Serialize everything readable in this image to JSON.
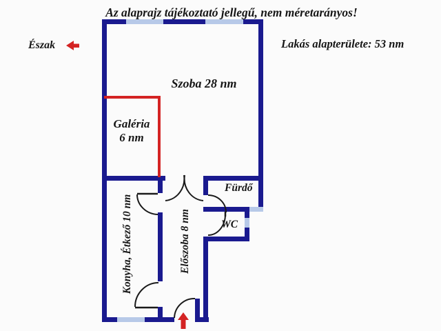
{
  "title": "Az alaprajz tájékoztató jellegű, nem méretarányos!",
  "compass": {
    "label": "Észak",
    "arrow_icon": "left-arrow"
  },
  "area_note": "Lakás alapterülete: 53 nm",
  "rooms": {
    "szoba": "Szoba 28 nm",
    "galeria_name": "Galéria",
    "galeria_area": "6 nm",
    "konyha": "Konyha, Étkező 10 nm",
    "eloszoba": "Előszoba 8 nm",
    "furdo": "Fürdő",
    "wc": "WC"
  },
  "icons": {
    "north_arrow": "red left-pointing arrow",
    "entrance_arrow": "red up-pointing arrow marking the entrance door"
  },
  "colors": {
    "wall": "#1a1a8f",
    "window": "#b7c9e8",
    "accent": "#d42323",
    "text": "#161616",
    "bg": "#fbfbfb"
  }
}
